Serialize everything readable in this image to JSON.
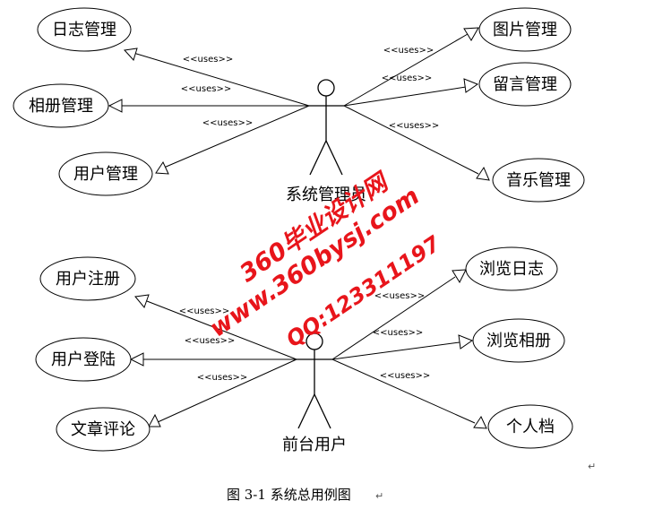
{
  "admin": {
    "name": "系统管理员",
    "use_cases_left": [
      "日志管理",
      "相册管理",
      "用户管理"
    ],
    "use_cases_right": [
      "图片管理",
      "留言管理",
      "音乐管理"
    ]
  },
  "frontend": {
    "name": "前台用户",
    "use_cases_left": [
      "用户注册",
      "用户登陆",
      "文章评论"
    ],
    "use_cases_right": [
      "浏览日志",
      "浏览相册",
      "个人档"
    ]
  },
  "relation_label": "<<uses>>",
  "watermark": {
    "line1": "360毕业设计网",
    "line2": "www.360bysj.com",
    "line3": "QQ:123311197"
  },
  "caption": "图 3-1  系统总用例图",
  "paragraph_mark": "↵"
}
